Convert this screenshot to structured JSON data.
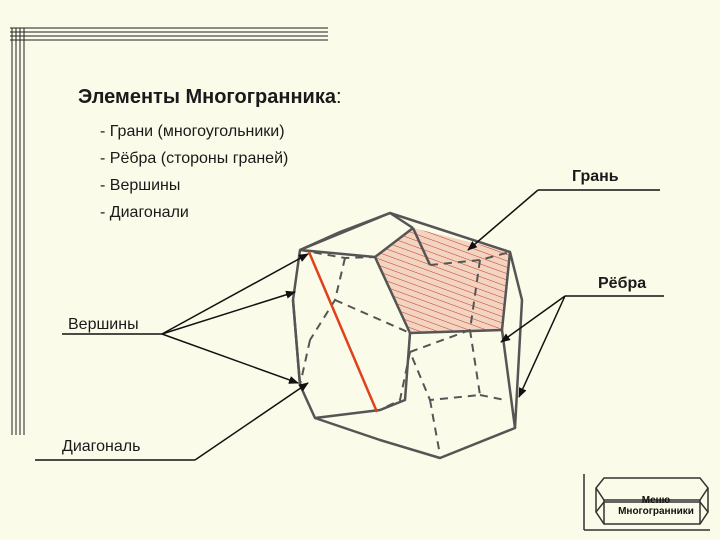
{
  "title": {
    "main": "Элементы Многогранника",
    "colon": ":"
  },
  "elements_list": [
    "- Грани (многоугольники)",
    "- Рёбра (стороны граней)",
    "- Вершины",
    "- Диагонали"
  ],
  "labels": {
    "face": "Грань",
    "edges": "Рёбра",
    "vertices": "Вершины",
    "diagonal": "Диагональ"
  },
  "menu_button": {
    "line1": "Меню",
    "line2": "Многогранники"
  },
  "colors": {
    "background": "#fbfbe9",
    "polyhedron_edge": "#555555",
    "face_fill": "#f3d4c0",
    "face_hatch": "#c0392b",
    "diagonal": "#e0401c",
    "pointer": "#111111"
  }
}
